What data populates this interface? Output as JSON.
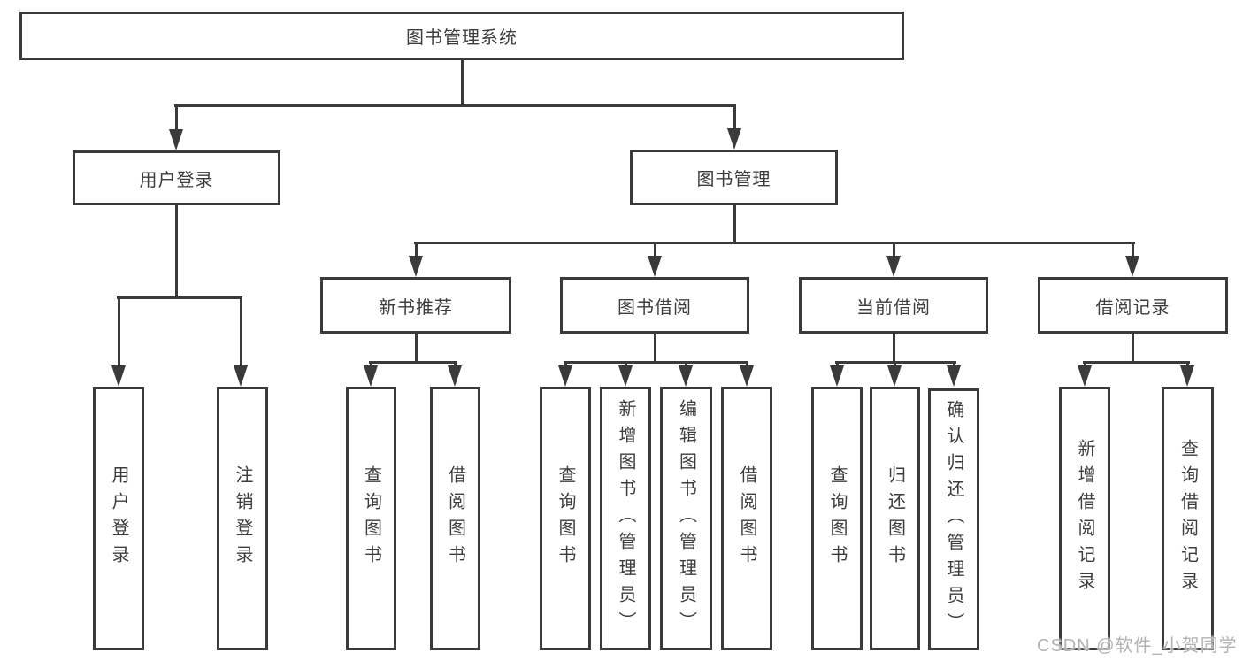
{
  "colors": {
    "line": "#3a3a3a",
    "text": "#3d3d3d",
    "watermark": "#b3b3b3",
    "bg": "#ffffff"
  },
  "watermark": {
    "text": "CSDN @软件_小贺同学"
  },
  "diagram": {
    "type": "hierarchy-tree",
    "root": {
      "label": "图书管理系统"
    },
    "branches": [
      {
        "label": "用户登录",
        "children": [
          {
            "label": "用户登录"
          },
          {
            "label": "注销登录"
          }
        ]
      },
      {
        "label": "图书管理",
        "children": [
          {
            "label": "新书推荐",
            "children": [
              {
                "label": "查询图书"
              },
              {
                "label": "借阅图书"
              }
            ]
          },
          {
            "label": "图书借阅",
            "children": [
              {
                "label": "查询图书"
              },
              {
                "label": "新增图书（管理员）"
              },
              {
                "label": "编辑图书（管理员）"
              },
              {
                "label": "借阅图书"
              }
            ]
          },
          {
            "label": "当前借阅",
            "children": [
              {
                "label": "查询图书"
              },
              {
                "label": "归还图书"
              },
              {
                "label": "确认归还（管理员）"
              }
            ]
          },
          {
            "label": "借阅记录",
            "children": [
              {
                "label": "新增借阅记录"
              },
              {
                "label": "查询借阅记录"
              }
            ]
          }
        ]
      }
    ]
  }
}
